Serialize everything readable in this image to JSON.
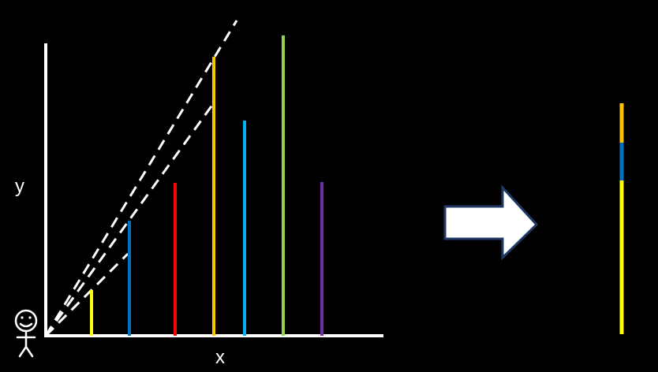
{
  "axes": {
    "x_label": "x",
    "y_label": "y"
  },
  "colors": {
    "background": "#000000",
    "axis": "#ffffff",
    "sight_line": "#ffffff",
    "arrow_fill": "#ffffff",
    "arrow_stroke": "#1f3864"
  },
  "bars": [
    {
      "name": "yellow",
      "color": "#ffff00"
    },
    {
      "name": "blue",
      "color": "#0070c0"
    },
    {
      "name": "red",
      "color": "#ff0000"
    },
    {
      "name": "orange",
      "color": "#ffc000"
    },
    {
      "name": "light-blue",
      "color": "#00b0f0"
    },
    {
      "name": "green",
      "color": "#92d050"
    },
    {
      "name": "purple",
      "color": "#7030a0"
    }
  ],
  "projection": {
    "segments": [
      {
        "name": "orange",
        "color": "#ffc000"
      },
      {
        "name": "blue",
        "color": "#0070c0"
      },
      {
        "name": "yellow",
        "color": "#ffff00"
      }
    ]
  },
  "icons": {
    "observer": "stick-figure-smiley-icon",
    "arrow": "right-arrow-icon"
  }
}
